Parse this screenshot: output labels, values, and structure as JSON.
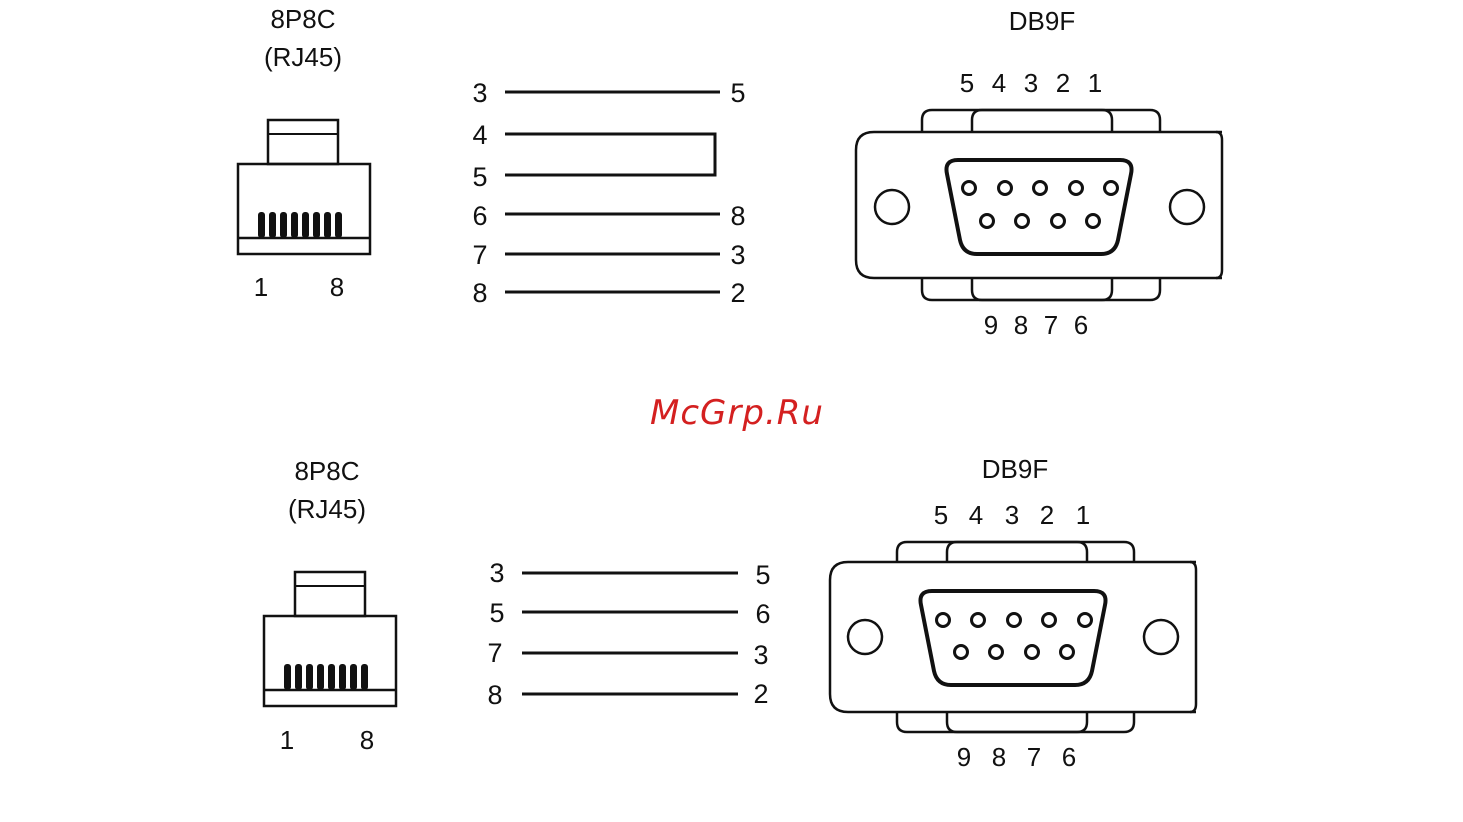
{
  "watermark": "McGrp.Ru",
  "colors": {
    "ink": "#111111",
    "watermark": "#d42020",
    "background": "#ffffff"
  },
  "diagrams": [
    {
      "rj45": {
        "title": "8P8C",
        "subtitle": "(RJ45)",
        "pin_first": "1",
        "pin_last": "8"
      },
      "wiring": [
        {
          "left": "3",
          "right": "5"
        },
        {
          "left": "4",
          "right": ""
        },
        {
          "left": "5",
          "right": ""
        },
        {
          "left": "6",
          "right": "8"
        },
        {
          "left": "7",
          "right": "3"
        },
        {
          "left": "8",
          "right": "2"
        }
      ],
      "loopback": {
        "from": "4",
        "to": "5"
      },
      "db9": {
        "title": "DB9F",
        "top_pins": [
          "5",
          "4",
          "3",
          "2",
          "1"
        ],
        "bottom_pins": [
          "9",
          "8",
          "7",
          "6"
        ]
      }
    },
    {
      "rj45": {
        "title": "8P8C",
        "subtitle": "(RJ45)",
        "pin_first": "1",
        "pin_last": "8"
      },
      "wiring": [
        {
          "left": "3",
          "right": "5"
        },
        {
          "left": "5",
          "right": "6"
        },
        {
          "left": "7",
          "right": "3"
        },
        {
          "left": "8",
          "right": "2"
        }
      ],
      "db9": {
        "title": "DB9F",
        "top_pins": [
          "5",
          "4",
          "3",
          "2",
          "1"
        ],
        "bottom_pins": [
          "9",
          "8",
          "7",
          "6"
        ]
      }
    }
  ]
}
